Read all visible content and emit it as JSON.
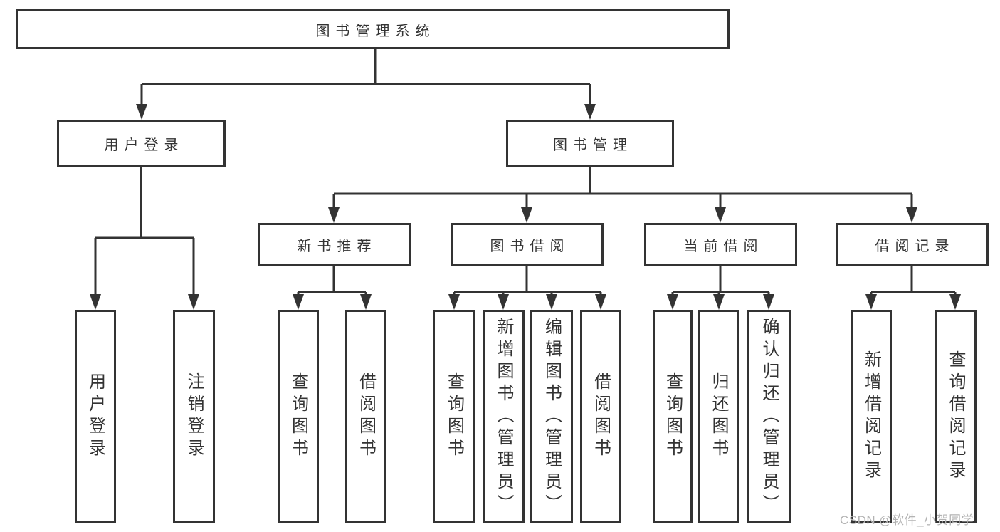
{
  "tree": {
    "root": {
      "label": "图书管理系统"
    },
    "branches": [
      {
        "label": "用户登录",
        "leaves": [
          {
            "label": "用户登录"
          },
          {
            "label": "注销登录"
          }
        ]
      },
      {
        "label": "图书管理",
        "groups": [
          {
            "label": "新书推荐",
            "leaves": [
              {
                "label": "查询图书"
              },
              {
                "label": "借阅图书"
              }
            ]
          },
          {
            "label": "图书借阅",
            "leaves": [
              {
                "label": "查询图书"
              },
              {
                "label": "新增图书（管理员）"
              },
              {
                "label": "编辑图书（管理员）"
              },
              {
                "label": "借阅图书"
              }
            ]
          },
          {
            "label": "当前借阅",
            "leaves": [
              {
                "label": "查询图书"
              },
              {
                "label": "归还图书"
              },
              {
                "label": "确认归还（管理员）"
              }
            ]
          },
          {
            "label": "借阅记录",
            "leaves": [
              {
                "label": "新增借阅记录"
              },
              {
                "label": "查询借阅记录"
              }
            ]
          }
        ]
      }
    ]
  },
  "watermark": {
    "text": "CSDN @软件_小贺同学"
  },
  "colors": {
    "line": "#333333",
    "text": "#333333",
    "box_fill": "#ffffff",
    "background": "#ffffff",
    "watermark": "#b3b3b3"
  }
}
